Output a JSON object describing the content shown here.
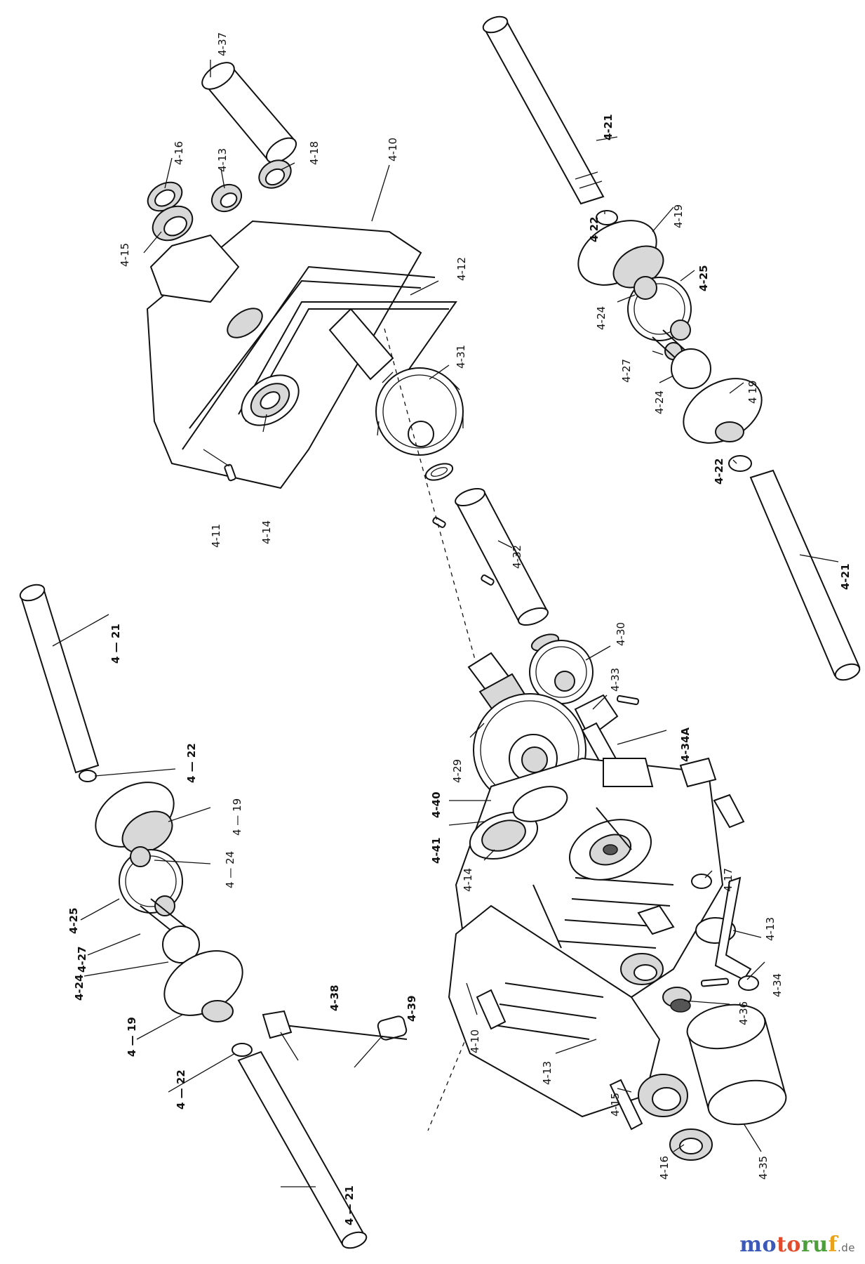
{
  "watermark": {
    "mo": "mo",
    "to": "to",
    "ru": "ru",
    "f": "f",
    "tld": ".de",
    "colors": {
      "blue": "#3c59b8",
      "red": "#e24a2b",
      "green": "#4b9e3a",
      "orange": "#e8a21b"
    }
  },
  "labels": {
    "l4_37": "4-37",
    "l4_10a": "4-10",
    "l4_16a": "4-16",
    "l4_13a": "4-13",
    "l4_18": "4-18",
    "l4_15a": "4-15",
    "l4_12": "4-12",
    "l4_31": "4-31",
    "l4_11": "4-11",
    "l4_14a": "4-14",
    "l4_32": "4-32",
    "l4_30": "4-30",
    "l4_33": "4-33",
    "l4_34A": "4-34A",
    "l4_29": "4-29",
    "l4_40": "4-40",
    "l4_41": "4-41",
    "l4_14b": "4-14",
    "l4_17": "4-17",
    "l4_13b": "4-13",
    "l4_34": "4-34",
    "l4_36": "4-36",
    "l4_10b": "4-10",
    "l4_13c": "4-13",
    "l4_15b": "4-15",
    "l4_16b": "4-16",
    "l4_35": "4-35",
    "l4_39": "4-39",
    "l4_38": "4-38",
    "r4_21a": "4-21",
    "r4_22a": "4 22",
    "r4_19a": "4-19",
    "r4_24a": "4-24",
    "r4_25": "4-25",
    "r4_27": "4-27",
    "r4_24b": "4-24",
    "r4_19b": "4 19",
    "r4_22b": "4-22",
    "r4_21b": "4-21",
    "lf4_21a": "4 — 21",
    "lf4_22a": "4 — 22",
    "lf4_19a": "4 — 19",
    "lf4_24a": "4 — 24",
    "lf4_25": "4-25",
    "lf4_27": "4-27",
    "lf4_24b": "4-24",
    "lf4_19b": "4 — 19",
    "lf4_22b": "4 — 22",
    "lf4_21b": "4 — 21"
  }
}
